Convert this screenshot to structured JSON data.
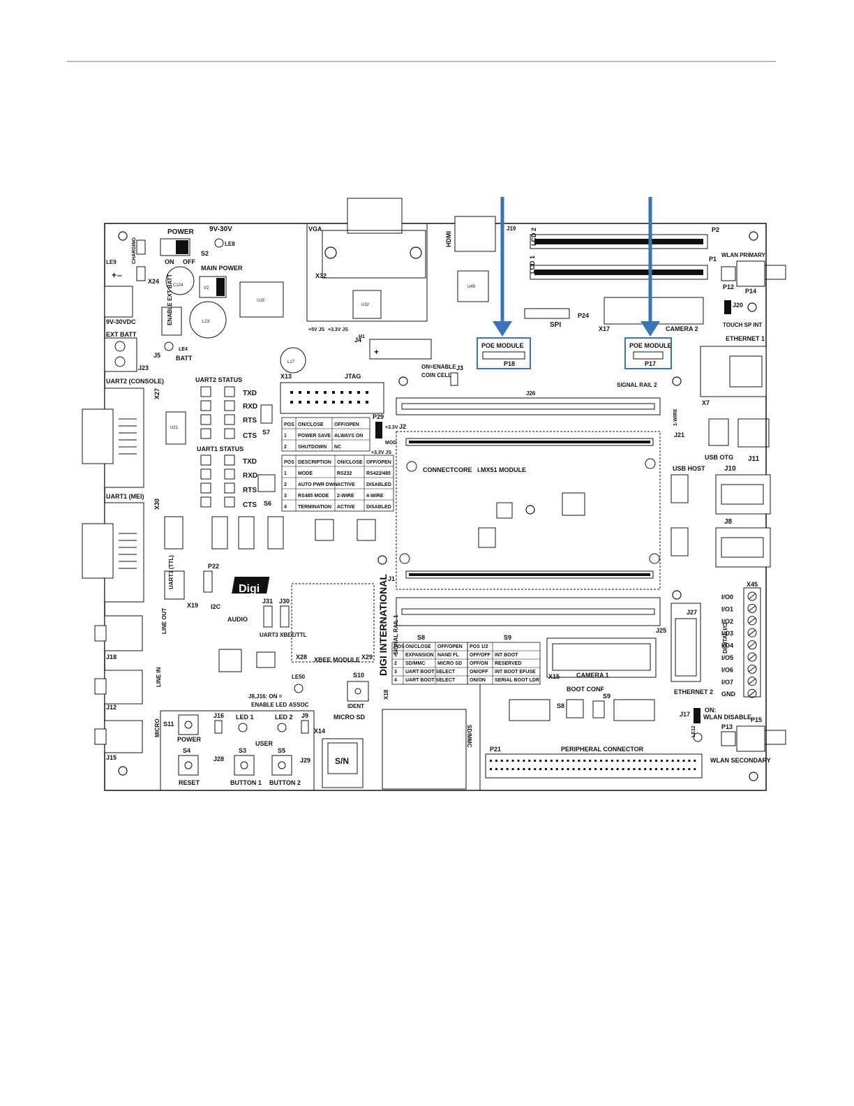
{
  "header": {
    "rule": true
  },
  "board": {
    "power": "POWER",
    "v9_30": "9V-30V",
    "charging": "CHARGING",
    "le9": "LE9",
    "le8": "LE8",
    "s2": "S2",
    "on": "ON",
    "off": "OFF",
    "main_power": "MAIN POWER",
    "x24": "X24",
    "v9_30vdc": "9V-30VDC",
    "enable_ext_batt": "ENABLE EXT BATT",
    "on2": "ON",
    "ext_batt": "EXT BATT",
    "j23": "J23",
    "j5": "J5",
    "batt": "BATT",
    "le4": "LE4",
    "vga": "VGA",
    "x32": "X32",
    "hdmi": "HDMI",
    "j19": "J19",
    "lcd2": "LCD 2",
    "lcd1": "LCD 1",
    "p1": "P1",
    "p2": "P2",
    "wlan_primary": "WLAN PRIMARY",
    "p12": "P12",
    "p14": "P14",
    "spi": "SPI",
    "p24": "P24",
    "x17": "X17",
    "camera2": "CAMERA 2",
    "j20": "J20",
    "touch_sp_int": "TOUCH SP INT",
    "ethernet1": "ETHERNET 1",
    "x7": "X7",
    "poe_module": "POE MODULE",
    "p18": "P18",
    "p17": "P17",
    "v5_js": "+5V JS",
    "v33_js": "+3.3V JS",
    "j4": "J4",
    "h1": "H1",
    "x13": "X13",
    "jtag": "JTAG",
    "on_enable": "ON=ENABLE",
    "coin_cell": "COIN CELL",
    "j3": "J3",
    "signal_rail2": "SIGNAL RAIL 2",
    "j26": "J26",
    "uart2_console": "UART2 (CONSOLE)",
    "uart2_status": "UART2 STATUS",
    "x27": "X27",
    "txd": "TXD",
    "rxd": "RXD",
    "rts": "RTS",
    "cts": "CTS",
    "s7": "S7",
    "uart1_status": "UART1 STATUS",
    "uart1_mei": "UART1 (MEI)",
    "x30": "X30",
    "s6": "S6",
    "p29": "P29",
    "j2": "J2",
    "v33": "+3.3V",
    "mod": "MOD",
    "v33_js2": "+3.3V JS",
    "one_wire": "1-WIRE",
    "j21": "J21",
    "usb_otg": "USB OTG",
    "j11": "J11",
    "usb_host": "USB HOST",
    "j10": "J10",
    "j8": "J8",
    "connectcore": "CONNECTCORE",
    "imx51": "i.MX51 MODULE",
    "uart3_ttl": "UART3 (TTL)",
    "x19": "X19",
    "p22": "P22",
    "i2c": "I2C",
    "digi": "Digi",
    "digi_international": "DIGI INTERNATIONAL",
    "signal_rail1": "SIGNAL RAIL 1",
    "j1": "J1",
    "j31": "J31",
    "j30": "J30",
    "uart3_xbee": "UART3 XBEE/TTL",
    "audio": "AUDIO",
    "line_out": "LINE OUT",
    "j18": "J18",
    "line_in": "LINE IN",
    "j12": "J12",
    "micro": "MICRO",
    "j15": "J15",
    "x28": "X28",
    "xbee_module": "XBEE MODULE",
    "x29": "X29",
    "le50": "LE50",
    "s10": "S10",
    "assoc": "ASSOC",
    "ident": "IDENT",
    "j8_j16": "J8,J16: ON =",
    "enable_led": "ENABLE LED",
    "s11": "S11",
    "power_btn": "POWER",
    "j16": "J16",
    "led1": "LED 1",
    "led2": "LED 2",
    "j9": "J9",
    "user": "USER",
    "j28": "J28",
    "s4": "S4",
    "s3": "S3",
    "s5": "S5",
    "reset": "RESET",
    "button1": "BUTTON 1",
    "button2": "BUTTON 2",
    "j29": "J29",
    "micro_sd": "MICRO SD",
    "x14": "X14",
    "sn": "S/N",
    "x18": "X18",
    "sd_mmc": "SD/MMC",
    "j27": "J27",
    "j25": "J25",
    "ethernet2": "ETHERNET 2",
    "x45": "X45",
    "digital_io": "DIGITAL I/O",
    "io_labels": [
      "I/O0",
      "I/O1",
      "I/O2",
      "I/O3",
      "I/O4",
      "I/O5",
      "I/O6",
      "I/O7",
      "GND"
    ],
    "x15": "X15",
    "camera1": "CAMERA 1",
    "boot_conf": "BOOT CONF",
    "s8": "S8",
    "s9": "S9",
    "j17": "J17",
    "on_wlan": "ON:",
    "wlan_disable": "WLAN DISABLE",
    "p13": "P13",
    "p15": "P15",
    "le12": "LE12",
    "wlan_secondary": "WLAN SECONDARY",
    "p21": "P21",
    "peripheral_connector": "PERIPHERAL CONNECTOR"
  },
  "tables": {
    "s7_table": [
      [
        "POS",
        "ON/CLOSE",
        "OFF/OPEN"
      ],
      [
        "1",
        "POWER SAVE",
        "ALWAYS ON"
      ],
      [
        "2",
        "SHUTDOWN",
        "NC"
      ]
    ],
    "s6_table": [
      [
        "POS",
        "DESCRIPTION",
        "ON/CLOSE",
        "OFF/OPEN"
      ],
      [
        "1",
        "MODE",
        "RS232",
        "RS422/485"
      ],
      [
        "2",
        "AUTO PWR DWN",
        "ACTIVE",
        "DISABLED"
      ],
      [
        "3",
        "RS485 MODE",
        "2-WIRE",
        "4-WIRE"
      ],
      [
        "4",
        "TERMINATION",
        "ACTIVE",
        "DISABLED"
      ]
    ],
    "s8_title": "S8",
    "s9_title": "S9",
    "s8_table": [
      [
        "POS",
        "ON/CLOSE",
        "OFF/OPEN"
      ],
      [
        "1",
        "EXPANSION",
        "NAND FL"
      ],
      [
        "2",
        "SD/MMC",
        "MICRO SD"
      ],
      [
        "3",
        "UART BOOT SELECT",
        ""
      ],
      [
        "4",
        "UART BOOT SELECT",
        ""
      ]
    ],
    "s9_table": [
      [
        "POS 1/2",
        ""
      ],
      [
        "OFF/OFF",
        "INT BOOT"
      ],
      [
        "OFF/ON",
        "RESERVED"
      ],
      [
        "ON/OFF",
        "INT BOOT EFUSE"
      ],
      [
        "ON/ON",
        "SERIAL BOOT LDR"
      ]
    ]
  },
  "colors": {
    "callout": "#3a73b8",
    "ink": "#111111",
    "board_bg": "#ffffff"
  }
}
